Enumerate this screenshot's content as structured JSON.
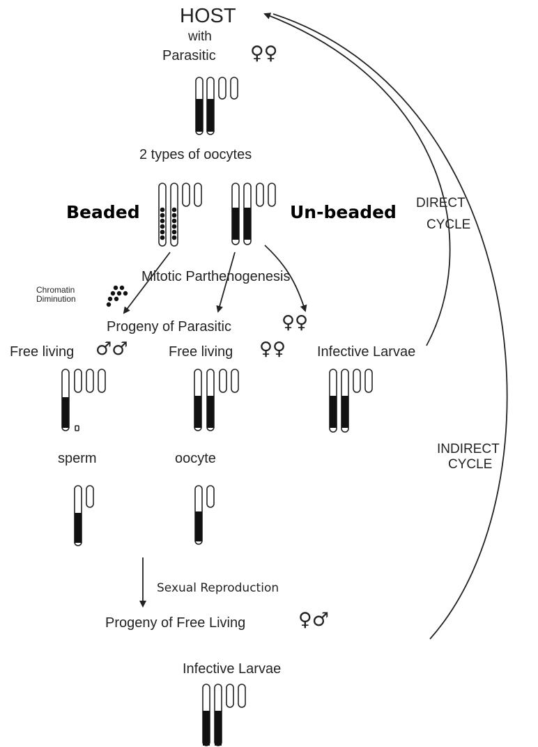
{
  "labels": {
    "host": "HOST",
    "with": "with",
    "parasitic": "Parasitic",
    "two_types": "2 types of oocytes",
    "beaded": "Beaded",
    "unbeaded": "Un-beaded",
    "direct_cycle_1": "DIRECT",
    "direct_cycle_2": "CYCLE",
    "mitotic": "Mitotic Parthenogenesis",
    "chromatin_1": "Chromatin",
    "chromatin_2": "Diminution",
    "progeny_parasitic": "Progeny of Parasitic",
    "free_living_male": "Free living",
    "free_living_female": "Free living",
    "infective_larvae_1": "Infective Larvae",
    "sperm": "sperm",
    "oocyte": "oocyte",
    "indirect_cycle_1": "INDIRECT",
    "indirect_cycle_2": "CYCLE",
    "sexual_reproduction": "Sexual Reproduction",
    "progeny_free_living": "Progeny of Free Living",
    "infective_larvae_2": "Infective Larvae"
  },
  "symbols": {
    "female_pair": "♀♀",
    "male_pair": "♂♂",
    "female_male": "♀♂"
  },
  "colors": {
    "ink": "#222222",
    "chromatin": "#111111",
    "emphasis": "#000000"
  }
}
